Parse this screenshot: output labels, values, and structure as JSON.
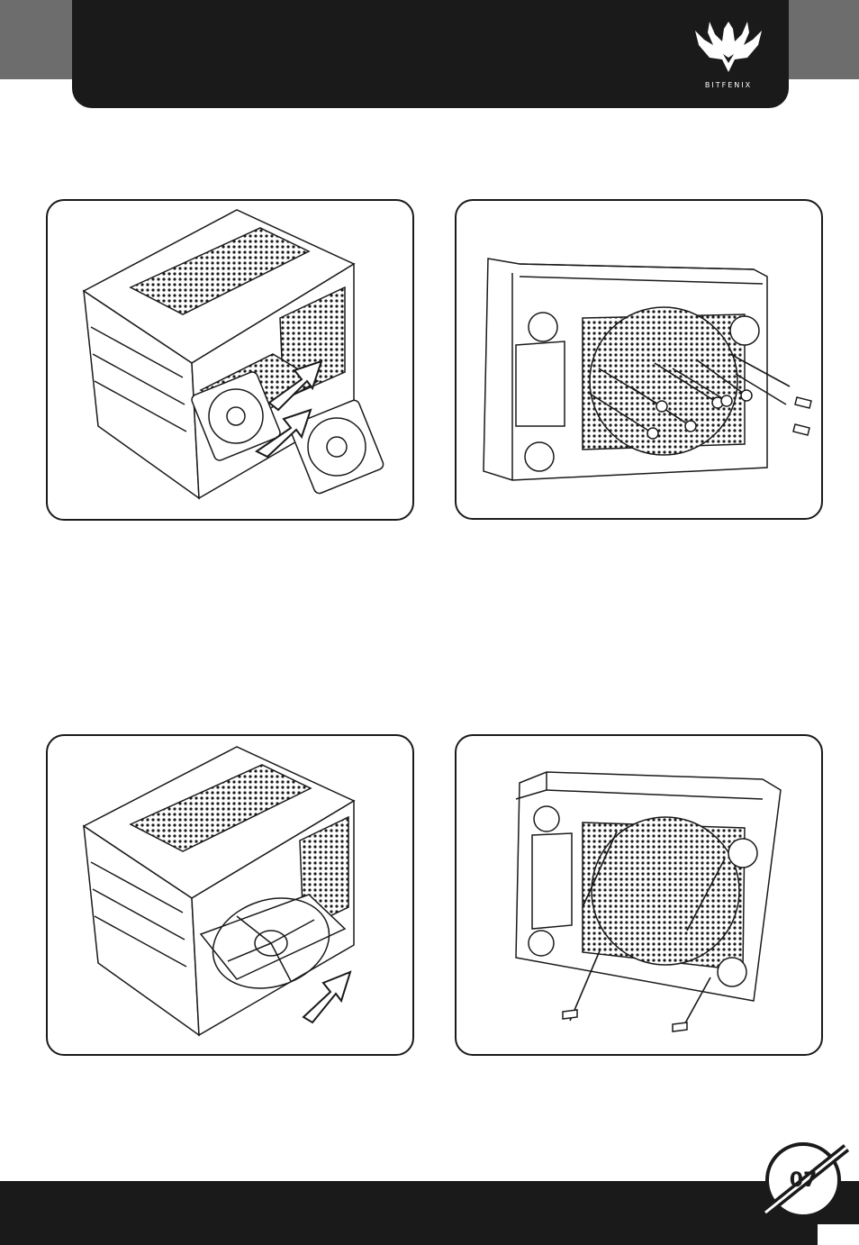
{
  "header": {
    "brand": "BITFENIX"
  },
  "figures": [
    {
      "id": "fig1",
      "icon": "case-top-fans-install-illustration"
    },
    {
      "id": "fig2",
      "icon": "case-bottom-screws-four-fans-illustration"
    },
    {
      "id": "fig3",
      "icon": "case-top-large-fan-install-illustration"
    },
    {
      "id": "fig4",
      "icon": "case-bottom-screws-large-fan-illustration"
    }
  ],
  "footer": {
    "page_number": "07"
  },
  "colors": {
    "ink": "#1a1a1a",
    "gray_band": "#6d6d6d",
    "paper": "#ffffff"
  }
}
